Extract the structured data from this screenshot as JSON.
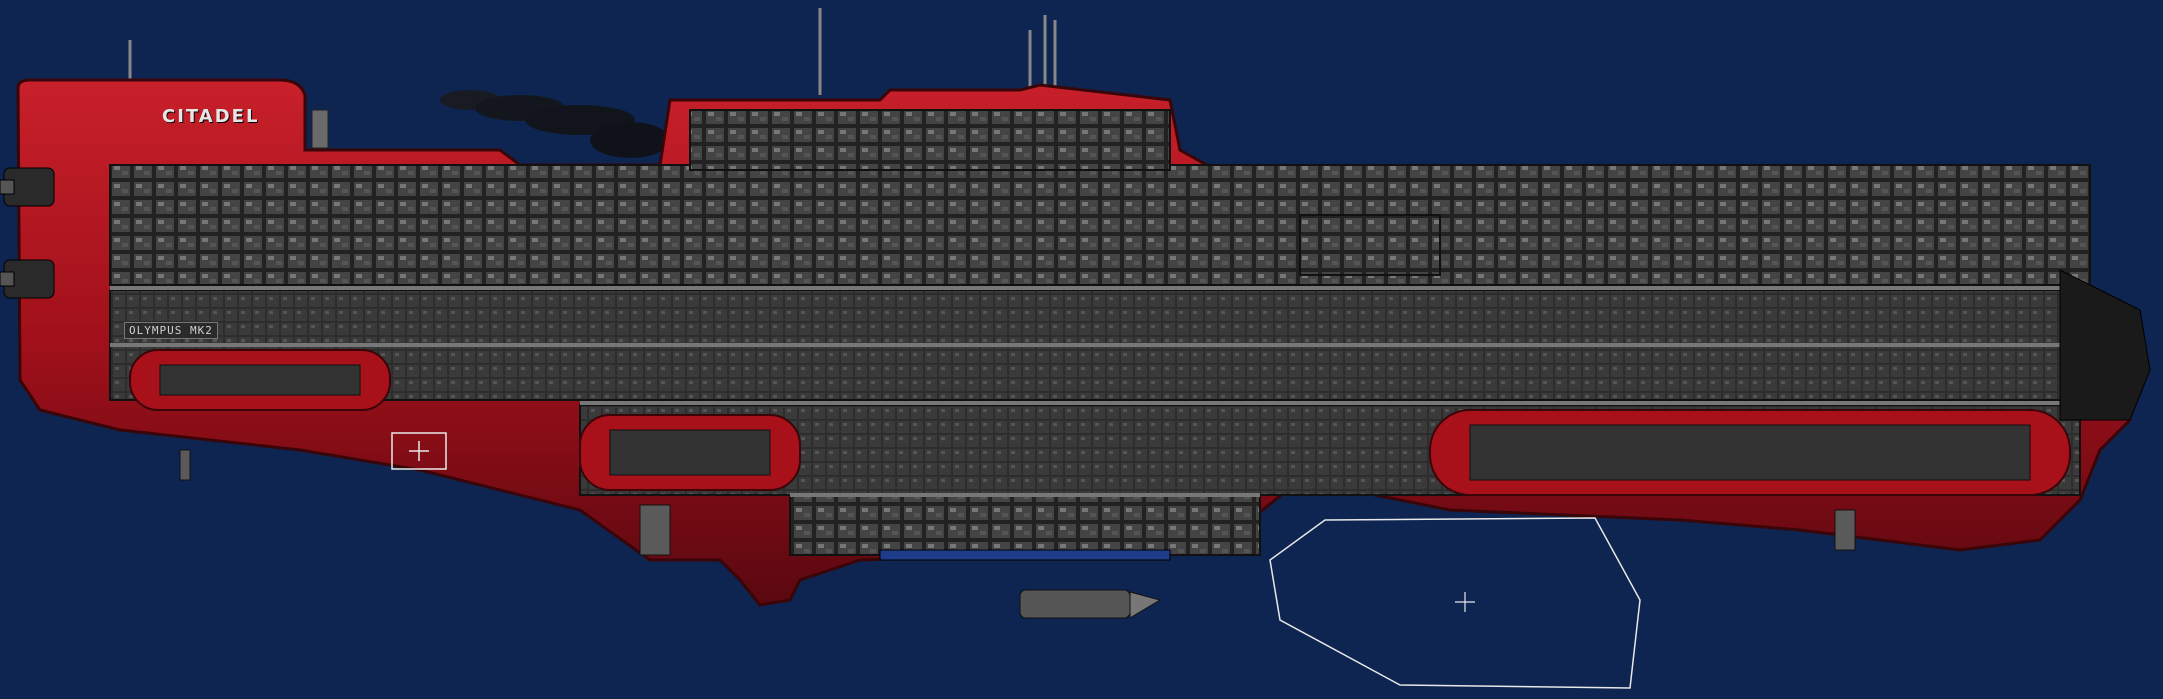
{
  "ship": {
    "name": "CITADEL",
    "hull_plate": "OLYMPUS MK2"
  },
  "colors": {
    "background": "#0d2550",
    "hull_red": "#b0121a",
    "hull_dark_red": "#6d0a10",
    "interior": "#3a3a3a",
    "interior_dark": "#1e1e1e",
    "marker": "#e8e8e8"
  },
  "markers": [
    {
      "name": "crosshair-marker",
      "kind": "small-box"
    },
    {
      "name": "target-zone-marker",
      "kind": "polygon"
    }
  ]
}
